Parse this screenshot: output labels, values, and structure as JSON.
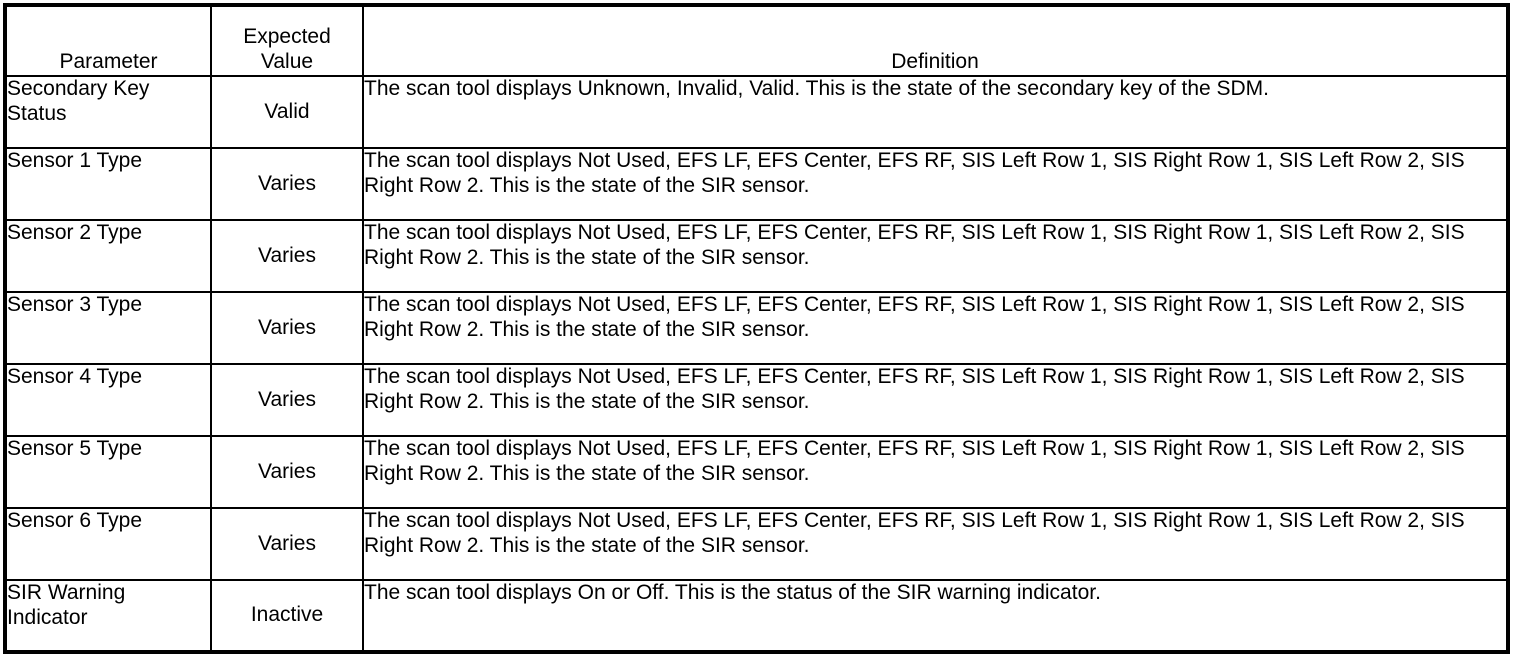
{
  "table": {
    "columns": [
      {
        "key": "parameter",
        "label": "Parameter"
      },
      {
        "key": "expected_value",
        "label": "Expected\nValue"
      },
      {
        "key": "definition",
        "label": "Definition"
      }
    ],
    "header": {
      "parameter": "Parameter",
      "expected_value_line1": "Expected",
      "expected_value_line2": "Value",
      "definition": "Definition"
    },
    "rows": [
      {
        "parameter": "Secondary Key Status",
        "expected_value": "Valid",
        "definition": "The scan tool displays Unknown, Invalid, Valid. This is the state of the secondary key of the SDM."
      },
      {
        "parameter": "Sensor 1 Type",
        "expected_value": "Varies",
        "definition": "The scan tool displays Not Used, EFS LF, EFS Center, EFS RF, SIS Left Row 1, SIS Right Row 1, SIS Left Row 2, SIS Right Row 2. This is the state of the SIR sensor."
      },
      {
        "parameter": "Sensor 2 Type",
        "expected_value": "Varies",
        "definition": "The scan tool displays Not Used, EFS LF, EFS Center, EFS RF, SIS Left Row 1, SIS Right Row 1, SIS Left Row 2, SIS Right Row 2. This is the state of the SIR sensor."
      },
      {
        "parameter": "Sensor 3 Type",
        "expected_value": "Varies",
        "definition": "The scan tool displays Not Used, EFS LF, EFS Center, EFS RF, SIS Left Row 1, SIS Right Row 1, SIS Left Row 2, SIS Right Row 2. This is the state of the SIR sensor."
      },
      {
        "parameter": "Sensor 4 Type",
        "expected_value": "Varies",
        "definition": "The scan tool displays Not Used, EFS LF, EFS Center, EFS RF, SIS Left Row 1, SIS Right Row 1, SIS Left Row 2, SIS Right Row 2. This is the state of the SIR sensor."
      },
      {
        "parameter": "Sensor 5 Type",
        "expected_value": "Varies",
        "definition": "The scan tool displays Not Used, EFS LF, EFS Center, EFS RF, SIS Left Row 1, SIS Right Row 1, SIS Left Row 2, SIS Right Row 2. This is the state of the SIR sensor."
      },
      {
        "parameter": "Sensor 6 Type",
        "expected_value": "Varies",
        "definition": "The scan tool displays Not Used, EFS LF, EFS Center, EFS RF, SIS Left Row 1, SIS Right Row 1, SIS Left Row 2, SIS Right Row 2. This is the state of the SIR sensor."
      },
      {
        "parameter": "SIR Warning Indicator",
        "expected_value": "Inactive",
        "definition": "The scan tool displays On or Off. This is the status of the SIR warning indicator."
      }
    ]
  },
  "colors": {
    "text": "#000000",
    "background": "#ffffff",
    "border": "#000000"
  }
}
